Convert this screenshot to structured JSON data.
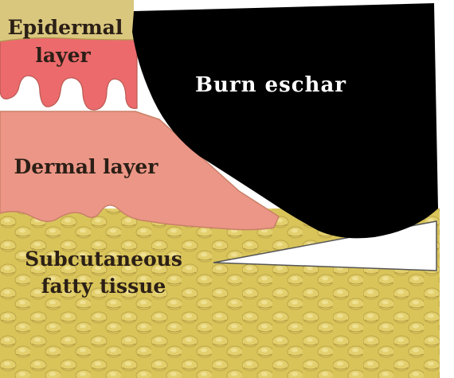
{
  "diagram": {
    "labels": {
      "epidermal_line1": "Epidermal",
      "epidermal_line2": "layer",
      "burn_eschar": "Burn eschar",
      "dermal": "Dermal layer",
      "subcutaneous_line1": "Subcutaneous",
      "subcutaneous_line2": "fatty tissue"
    },
    "colors": {
      "epidermis_band": "#d9c77e",
      "epidermal_layer": "#ec6a6c",
      "dermal_layer": "#eb9686",
      "dermal_border": "#c98068",
      "subcutaneous_fat": "#d9c45a",
      "fat_globule_highlight": "#ead878",
      "fat_globule_shadow": "#b9a23e",
      "burn_eschar": "#000000",
      "eschar_label": "#ffffff",
      "tissue_labels": "#2b1f16",
      "callout_fill": "#ffffff",
      "callout_stroke": "#555555"
    }
  }
}
